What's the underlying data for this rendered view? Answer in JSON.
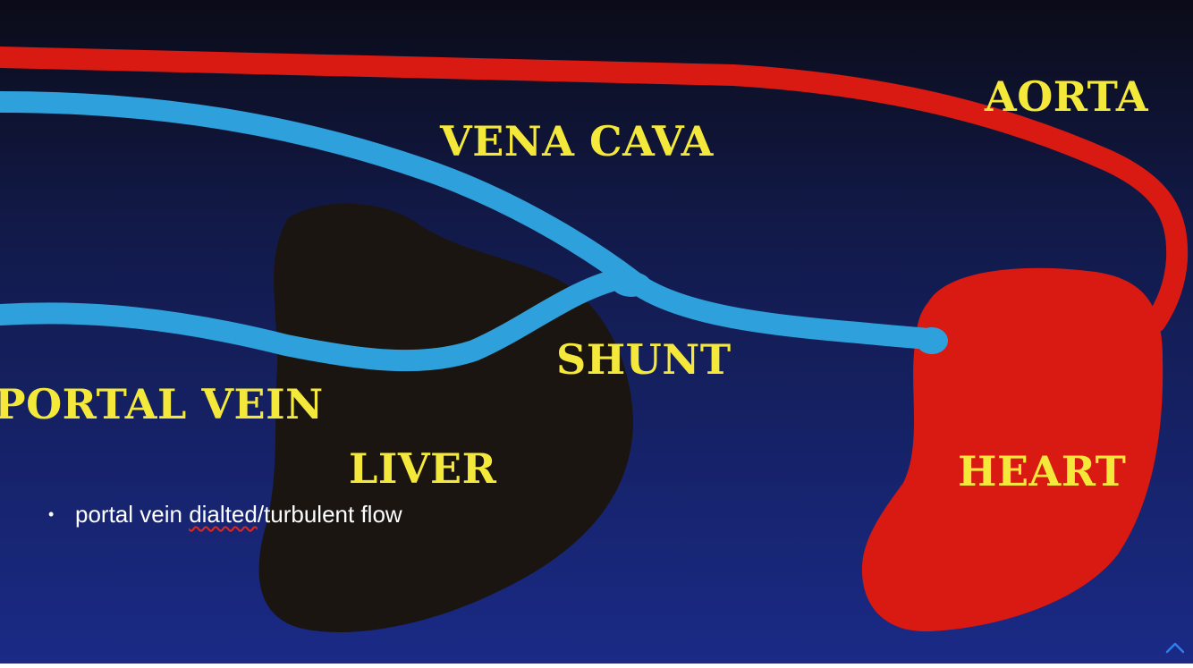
{
  "slide": {
    "colors": {
      "background_top": "#0b0c18",
      "background_bottom": "#1a2a86",
      "artery": "#d81a12",
      "vein": "#2ea1dd",
      "liver": "#1b1512",
      "label": "#f4e83a",
      "bullet_text": "#ffffff",
      "nav_icon": "#2f7ff0"
    },
    "labels": {
      "aorta": "AORTA",
      "vena_cava": "VENA CAVA",
      "shunt": "SHUNT",
      "portal_vein": "PORTAL VEIN",
      "liver": "LIVER",
      "heart": "HEART"
    },
    "bullet": {
      "before": "portal vein ",
      "misspelled": "dialted",
      "after": "/turbulent flow"
    },
    "nav_icon": "chevron-up-icon"
  }
}
